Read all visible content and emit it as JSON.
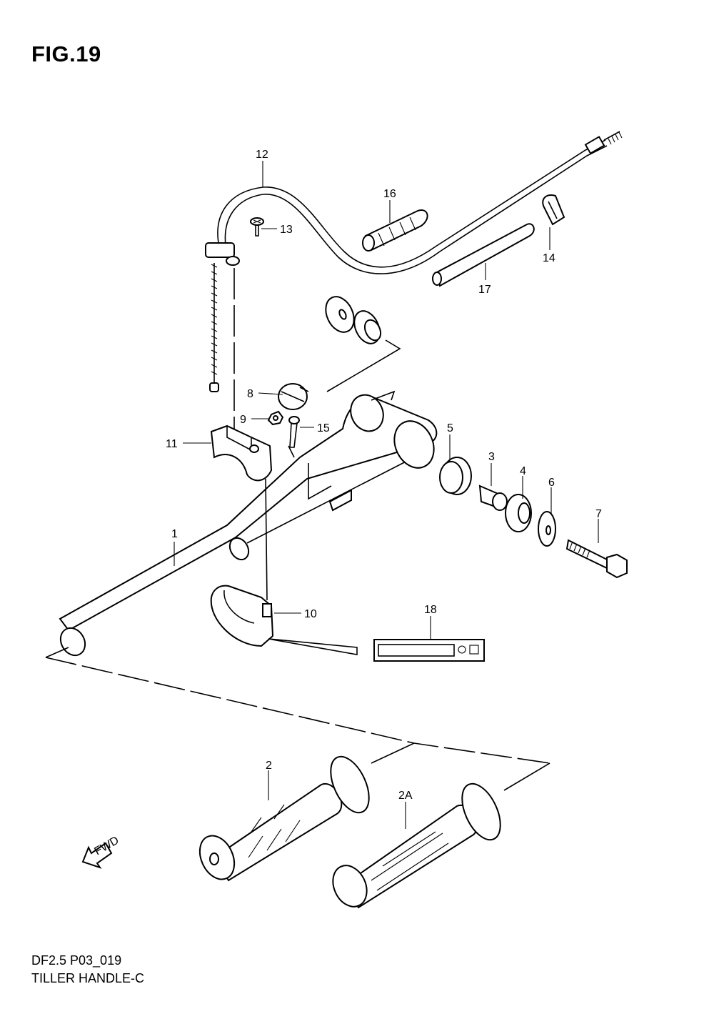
{
  "figure": {
    "title": "FIG.19"
  },
  "footer": {
    "code": "DF2.5 P03_019",
    "name": "TILLER HANDLE-C"
  },
  "callouts": {
    "c1": "1",
    "c2": "2",
    "c2a": "2A",
    "c3": "3",
    "c4": "4",
    "c5": "5",
    "c6": "6",
    "c7": "7",
    "c8": "8",
    "c9": "9",
    "c10": "10",
    "c11": "11",
    "c12": "12",
    "c13": "13",
    "c14": "14",
    "c15": "15",
    "c16": "16",
    "c17": "17",
    "c18": "18"
  },
  "fwd_mark": "FWD"
}
